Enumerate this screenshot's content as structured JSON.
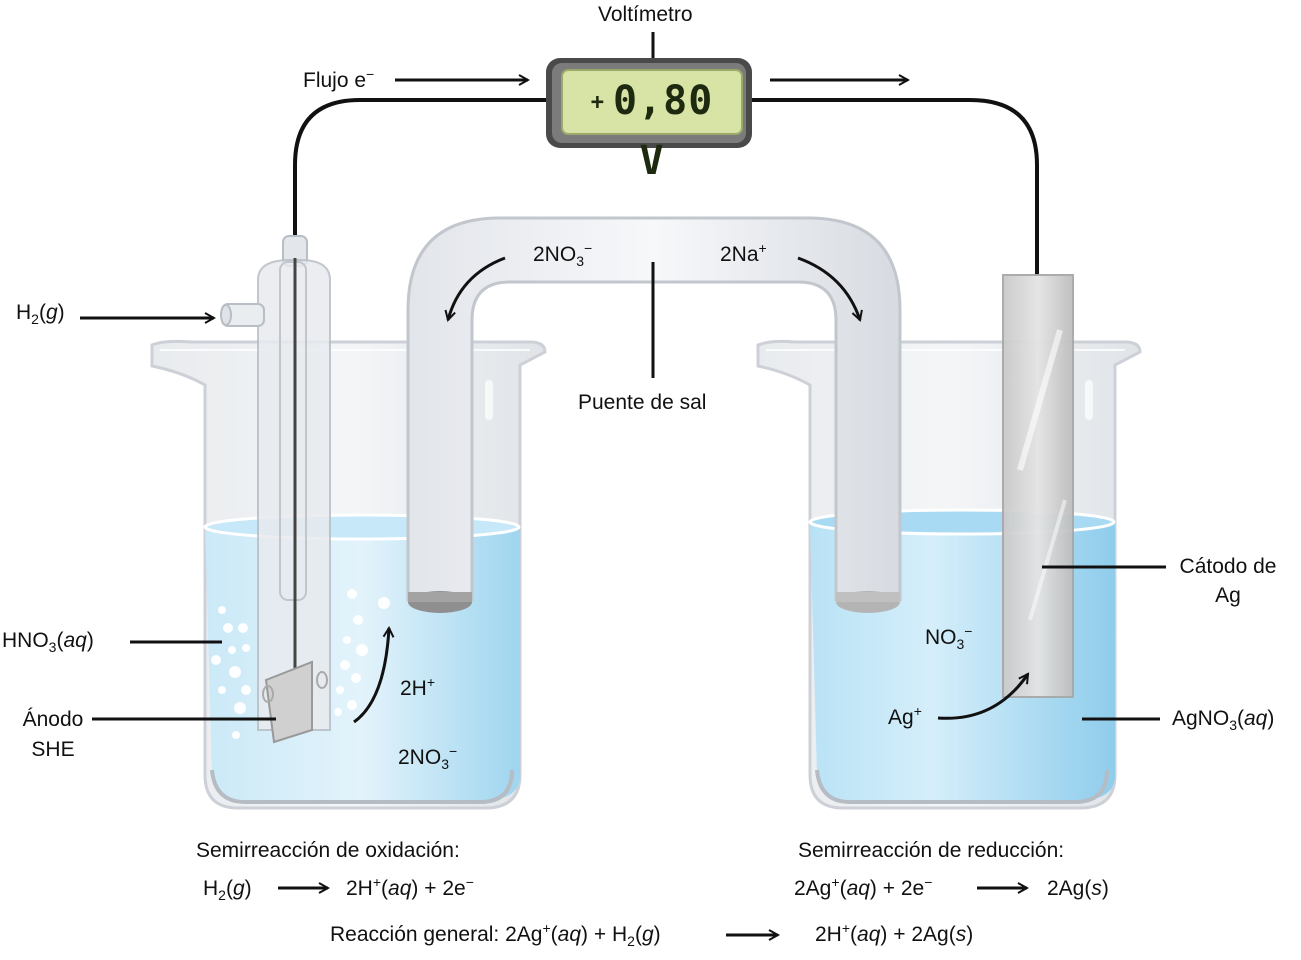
{
  "voltmeter": {
    "title": "Voltímetro",
    "reading_sign": "+",
    "reading": "0,80 V"
  },
  "electron_flow": {
    "label": "Flujo e",
    "superscript": "−"
  },
  "salt_bridge": {
    "label": "Puente de sal",
    "anion": {
      "text": "2NO",
      "sub": "3",
      "sup": "−"
    },
    "cation": {
      "text": "2Na",
      "sup": "+"
    }
  },
  "left_cell": {
    "h2_gas": {
      "text": "H",
      "sub": "2",
      "paren_open": "(",
      "state": "g",
      "paren_close": ")"
    },
    "solution": {
      "text": "HNO",
      "sub": "3",
      "paren_open": "(",
      "state": "aq",
      "paren_close": ")"
    },
    "electrode_line1": "Ánodo",
    "electrode_line2": "SHE",
    "ion_h": {
      "text": "2H",
      "sup": "+"
    },
    "ion_no3": {
      "text": "2NO",
      "sub": "3",
      "sup": "−"
    }
  },
  "right_cell": {
    "electrode_line1": "Cátodo de",
    "electrode_line2": "Ag",
    "solution": {
      "text": "AgNO",
      "sub": "3",
      "paren_open": "(",
      "state": "aq",
      "paren_close": ")"
    },
    "ion_ag": {
      "text": "Ag",
      "sup": "+"
    },
    "ion_no3": {
      "text": "NO",
      "sub": "3",
      "sup": "−"
    }
  },
  "equations": {
    "oxidation_title": "Semirreacción de oxidación:",
    "oxidation": {
      "r_text": "H",
      "r_sub": "2",
      "r_open": "(",
      "r_state": "g",
      "r_close": ")",
      "p1_text": "2H",
      "p1_sup": "+",
      "p1_open": "(",
      "p1_state": "aq",
      "p1_close": ")",
      "p2": " + 2e",
      "p2_sup": "−"
    },
    "reduction_title": "Semirreacción de reducción:",
    "reduction": {
      "r_text": "2Ag",
      "r_sup": "+",
      "r_open": "(",
      "r_state": "aq",
      "r_close": ")",
      "r2": " + 2e",
      "r2_sup": "−",
      "p_text": "2Ag(",
      "p_state": "s",
      "p_close": ")"
    },
    "overall": {
      "prefix": "Reacción general: 2Ag",
      "a_sup": "+",
      "a_open": "(",
      "a_state": "aq",
      "a_close": ")",
      "b": " + H",
      "b_sub": "2",
      "b_open": "(",
      "b_state": "g",
      "b_close": ")",
      "p1_text": "2H",
      "p1_sup": "+",
      "p1_open": "(",
      "p1_state": "aq",
      "p1_close": ")",
      "p2": " + 2Ag(",
      "p2_state": "s",
      "p2_close": ")"
    }
  },
  "colors": {
    "solution": "#a9dcf3",
    "glass": "#d9dde2",
    "lcd_screen": "#d8e4a6",
    "wire": "#111111"
  }
}
